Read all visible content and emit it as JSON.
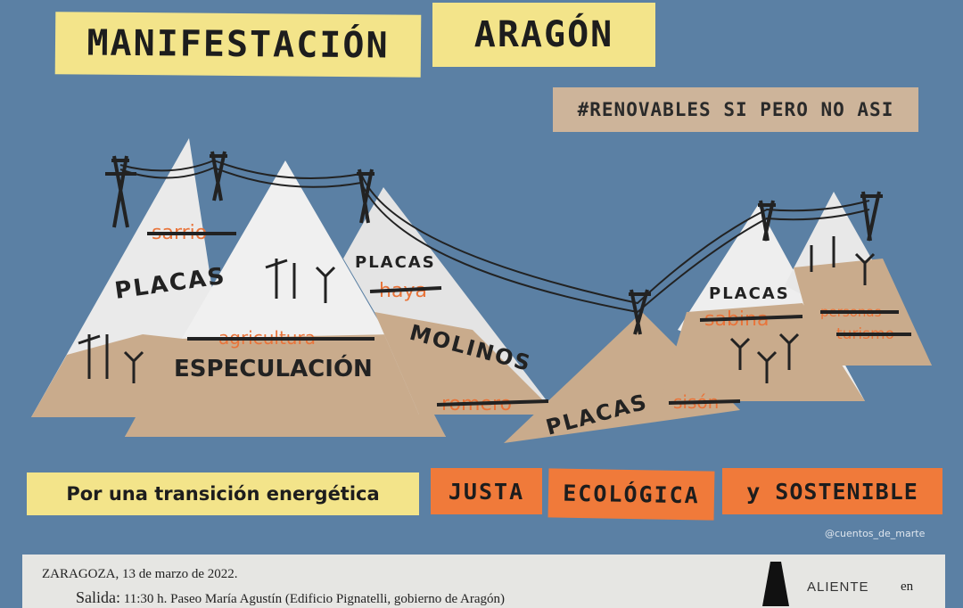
{
  "header": {
    "title_1": "MANIFESTACIÓN",
    "title_2": "ARAGÓN",
    "hashtag": "#RENOVABLES SI PERO NO ASI"
  },
  "mountains": {
    "labels": [
      "PLACAS",
      "ESPECULACIÓN",
      "PLACAS",
      "MOLINOS",
      "PLACAS",
      "PLACAS"
    ],
    "struck": [
      "sarrio",
      "agricultura",
      "haya",
      "romero",
      "sisón",
      "sabina",
      "personas",
      "turismo"
    ]
  },
  "slogan": {
    "intro": "Por una transición energética",
    "words": [
      "JUSTA",
      "ECOLÓGICA",
      "y SOSTENIBLE"
    ]
  },
  "credit": "@cuentos_de_marte",
  "footer": {
    "line1": "ZARAGOZA, 13 de marzo de 2022.",
    "salida_label": "Salida:",
    "salida_text": "11:30 h. Paseo María Agustín (Edificio Pignatelli, gobierno de Aragón)",
    "brand": "ALIENTE",
    "brand_suffix": "en"
  },
  "colors": {
    "background": "#5b80a4",
    "yellow": "#f3e48a",
    "orange": "#f07a3a",
    "tan": "#cdb49a"
  }
}
